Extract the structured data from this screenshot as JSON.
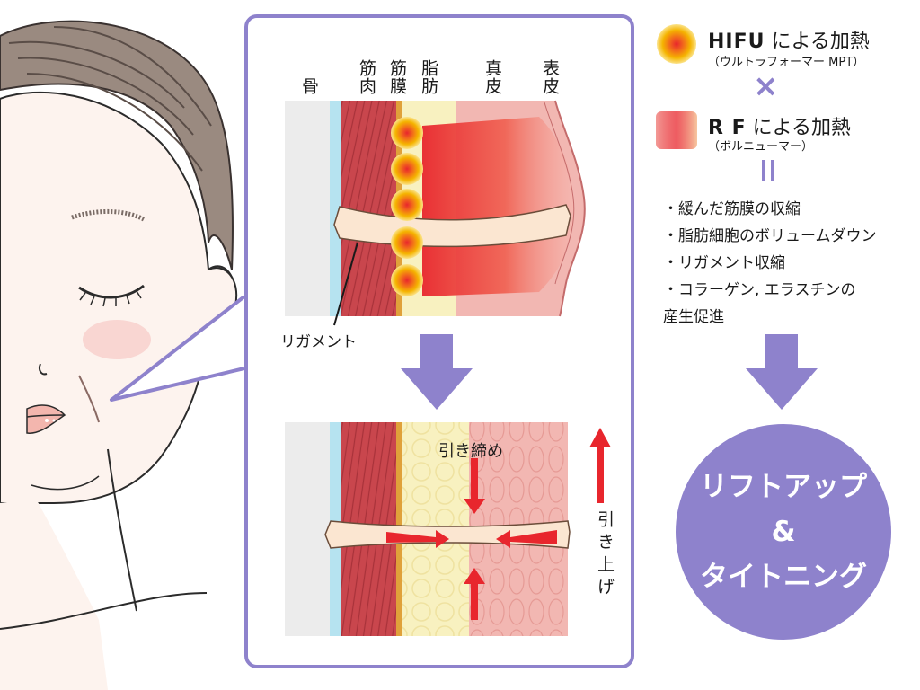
{
  "layer_labels": [
    "骨",
    "筋肉",
    "筋膜",
    "脂肪",
    "真皮",
    "表皮"
  ],
  "ligament_label": "リガメント",
  "tighten_label": "引き締め",
  "lift_label": "引き上げ",
  "legend": {
    "hifu_title_bold": "HIFU",
    "hifu_title_rest": " による加熱",
    "hifu_sub": "（ウルトラフォーマー MPT）",
    "times": "×",
    "rf_title_bold": "R F",
    "rf_title_rest": " による加熱",
    "rf_sub": "（ボルニューマー）"
  },
  "effects": [
    "緩んだ筋膜の収縮",
    "脂肪細胞のボリュームダウン",
    "リガメント収縮",
    "コラーゲン, エラスチンの\n産生促進"
  ],
  "result_lines": [
    "リフトアップ",
    "&",
    "タイトニング"
  ],
  "colors": {
    "accent_purple": "#8e82cc",
    "muscle_red": "#c9464d",
    "fascia_blue": "#b6e3f0",
    "fat_yellow": "#f8f1c0",
    "skin_pink": "#f2b7b2",
    "heat_red": "#e8262d",
    "hifu_core": "#e8262d",
    "hifu_ring": "#f5b400"
  }
}
